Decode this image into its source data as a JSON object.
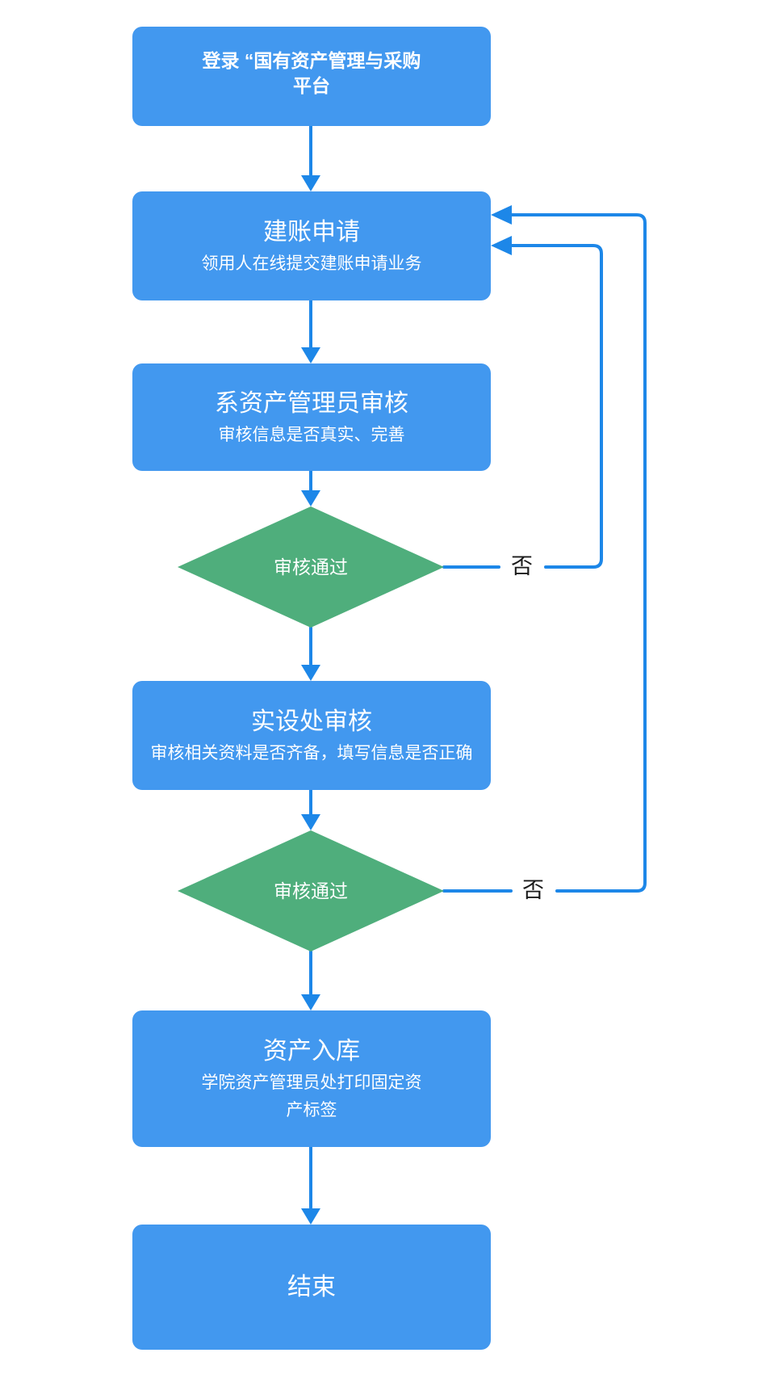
{
  "colors": {
    "box_fill": "#4298ef",
    "connector": "#1d87e8",
    "diamond_fill": "#4fae7c",
    "text_on_fill": "#ffffff",
    "label_text": "#1a1a1a",
    "background": "#ffffff"
  },
  "flowchart": {
    "nodes": [
      {
        "id": "login",
        "type": "process",
        "title": "登录 “国有资产管理与采购平台"
      },
      {
        "id": "account-apply",
        "type": "process",
        "title": "建账申请",
        "subtitle": "领用人在线提交建账申请业务"
      },
      {
        "id": "dept-manager-review",
        "type": "process",
        "title": "系资产管理员审核",
        "subtitle": "审核信息是否真实、完善"
      },
      {
        "id": "decision-1",
        "type": "decision",
        "label": "审核通过"
      },
      {
        "id": "office-review",
        "type": "process",
        "title": "实设处审核",
        "subtitle": "审核相关资料是否齐备，填写信息是否正确"
      },
      {
        "id": "decision-2",
        "type": "decision",
        "label": "审核通过"
      },
      {
        "id": "asset-storage",
        "type": "process",
        "title": "资产入库",
        "subtitle": "学院资产管理员处打印固定资产标签"
      },
      {
        "id": "end",
        "type": "process",
        "title": "结束"
      }
    ],
    "edge_labels": {
      "no_1": "否",
      "no_2": "否"
    }
  }
}
